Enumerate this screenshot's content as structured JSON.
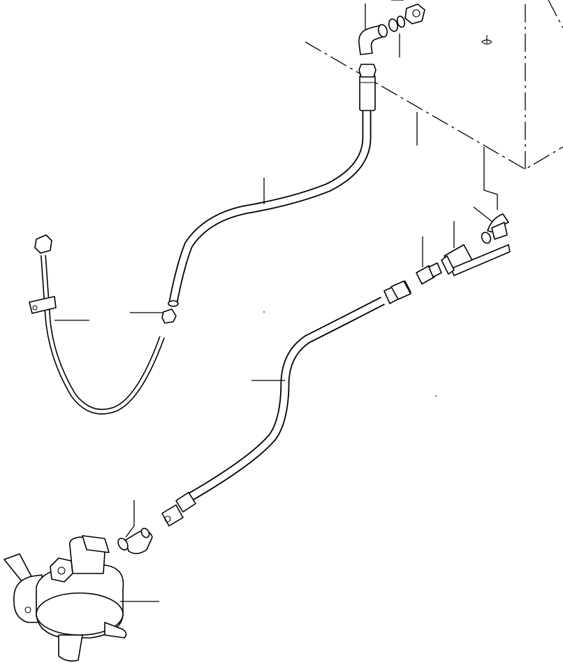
{
  "diagram": {
    "type": "exploded-parts-illustration",
    "parts": [
      {
        "name": "fuel-tank"
      },
      {
        "name": "upper-elbow-fitting"
      },
      {
        "name": "upper-fuel-hose"
      },
      {
        "name": "return-pipe"
      },
      {
        "name": "hose-clamp"
      },
      {
        "name": "lower-elbow-fitting"
      },
      {
        "name": "shutoff-valve"
      },
      {
        "name": "adapter-nipple"
      },
      {
        "name": "lower-fuel-hose"
      },
      {
        "name": "pump-elbow-fitting"
      },
      {
        "name": "fuel-feed-pump"
      }
    ]
  }
}
